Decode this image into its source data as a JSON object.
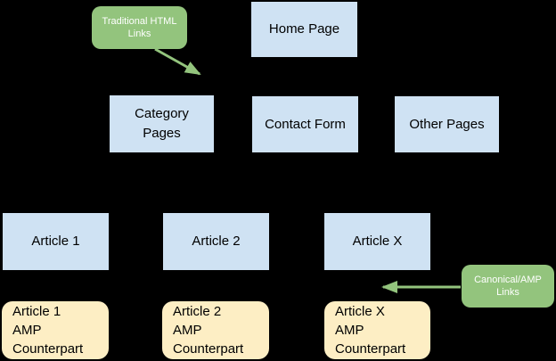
{
  "colors": {
    "background": "#000000",
    "page_fill": "#cfe2f3",
    "amp_fill": "#fdeec4",
    "callout_fill": "#93c47d",
    "callout_text": "#ffffff",
    "node_text": "#000000",
    "arrow": "#93c47d"
  },
  "nodes": {
    "home": {
      "label": "Home Page"
    },
    "category": {
      "label": "Category Pages"
    },
    "contact": {
      "label": "Contact Form"
    },
    "other": {
      "label": "Other Pages"
    },
    "article1": {
      "label": "Article 1"
    },
    "article2": {
      "label": "Article 2"
    },
    "articlex": {
      "label": "Article X"
    }
  },
  "amp_nodes": {
    "amp1": {
      "line1": "Article 1",
      "line2": "AMP",
      "line3": "Counterpart"
    },
    "amp2": {
      "line1": "Article 2",
      "line2": "AMP",
      "line3": "Counterpart"
    },
    "ampx": {
      "line1": "Article X",
      "line2": "AMP",
      "line3": "Counterpart"
    }
  },
  "callouts": {
    "traditional": {
      "line1": "Traditional HTML",
      "line2": "Links"
    },
    "canonical": {
      "line1": "Canonical/AMP",
      "line2": "Links"
    }
  }
}
